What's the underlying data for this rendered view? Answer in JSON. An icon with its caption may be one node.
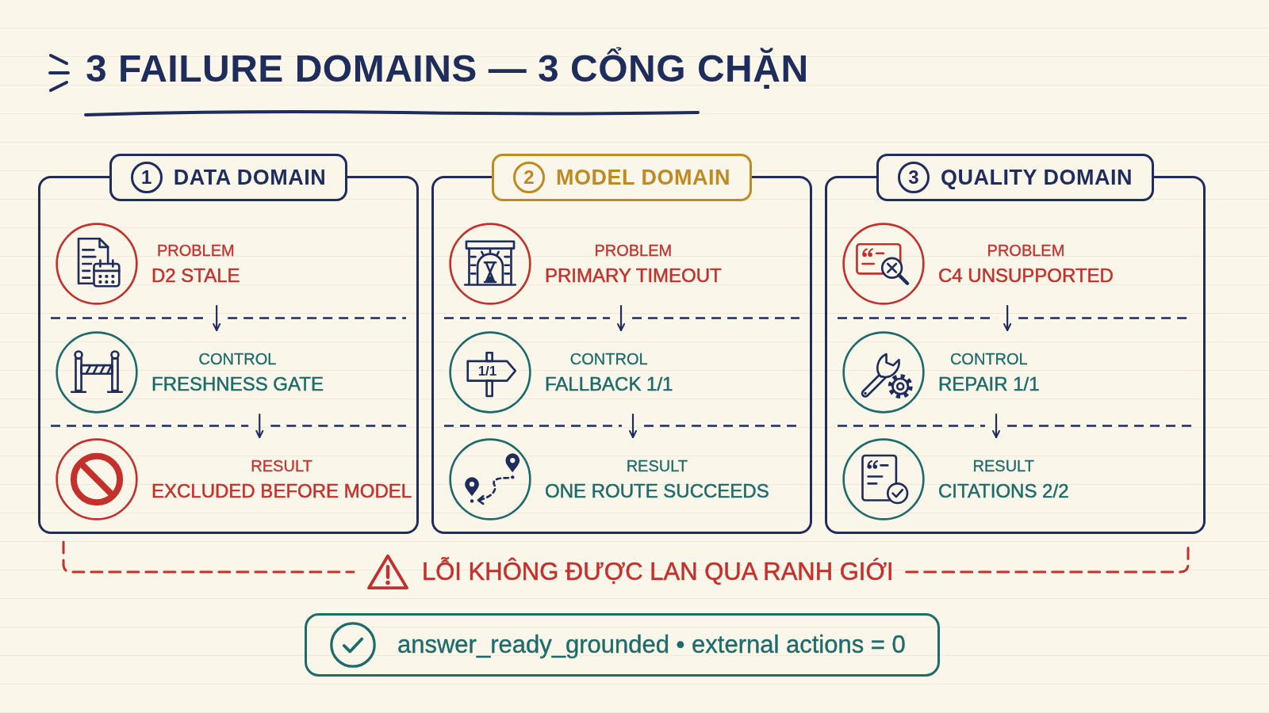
{
  "diagram": {
    "title": "3 FAILURE DOMAINS — 3 CỔNG CHẶN",
    "nodes": [
      {
        "text": [
          "1",
          "DATA DOMAIN"
        ]
      },
      {
        "text": [
          "PROBLEM",
          "D2 STALE"
        ],
        "in": 0
      },
      {
        "text": [
          "CONTROL",
          "FRESHNESS GATE"
        ],
        "in": 0
      },
      {
        "text": [
          "RESULT",
          "EXCLUDED BEFORE MODEL"
        ],
        "in": 0
      },
      {
        "text": [
          "2",
          "MODEL DOMAIN"
        ]
      },
      {
        "text": [
          "PROBLEM",
          "PRIMARY TIMEOUT"
        ],
        "in": 4
      },
      {
        "text": [
          "CONTROL",
          "FALLBACK 1/1"
        ],
        "in": 4
      },
      {
        "text": [
          "RESULT",
          "ONE ROUTE SUCCEEDS"
        ],
        "in": 4
      },
      {
        "text": [
          "3",
          "QUALITY DOMAIN"
        ]
      },
      {
        "text": [
          "PROBLEM",
          "C4 UNSUPPORTED"
        ],
        "in": 8
      },
      {
        "text": [
          "CONTROL",
          "REPAIR 1/1"
        ],
        "in": 8
      },
      {
        "text": [
          "RESULT",
          "CITATIONS 2/2"
        ],
        "in": 8
      },
      {
        "text": [
          "answer_ready_grounded • external actions = 0"
        ]
      }
    ],
    "edges": [
      {
        "from": 1,
        "to": 2,
        "arrow": "to"
      },
      {
        "from": 2,
        "to": 3,
        "arrow": "to"
      },
      {
        "from": 5,
        "to": 6,
        "arrow": "to"
      },
      {
        "from": 6,
        "to": 7,
        "arrow": "to"
      },
      {
        "from": 9,
        "to": 10,
        "arrow": "to"
      },
      {
        "from": 10,
        "to": 11,
        "arrow": "to"
      }
    ],
    "labels": [
      "1/1",
      "LỖI KHÔNG ĐƯỢC LAN QUA RANH GIỚI"
    ]
  }
}
